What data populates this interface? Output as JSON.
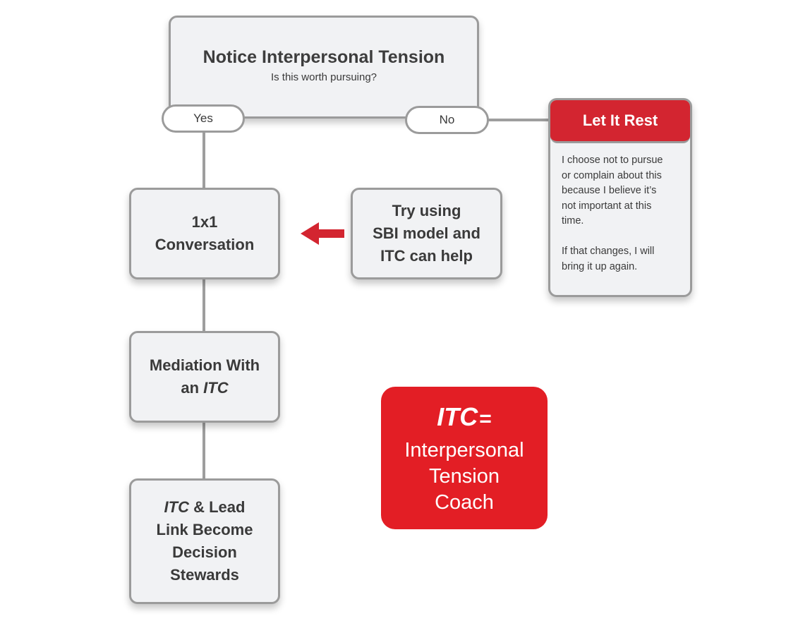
{
  "top_node": {
    "title": "Notice Interpersonal Tension",
    "subtitle": "Is this worth pursuing?"
  },
  "yes_label": "Yes",
  "no_label": "No",
  "let_it_rest": {
    "title": "Let It Rest",
    "body": [
      "I choose not to pursue",
      "or complain about this",
      "because I believe it’s",
      "not important at this",
      "time.",
      "",
      "If that changes, I will",
      "bring it up again."
    ]
  },
  "conversation_node": {
    "line1": "1x1",
    "line2": "Conversation"
  },
  "sbi_node": {
    "line1": "Try using",
    "line2": "SBI model and",
    "line3": "ITC can help"
  },
  "mediation_node": {
    "line1": "Mediation With",
    "line2_prefix": "an",
    "line2_italic": "ITC"
  },
  "decision_node": {
    "line1_italic": "ITC",
    "line1_rest": "& Lead",
    "line2": "Link Become",
    "line3": "Decision",
    "line4": "Stewards"
  },
  "legend": {
    "abbr": "ITC",
    "equals": "=",
    "line1": "Interpersonal",
    "line2": "Tension",
    "line3": "Coach"
  },
  "colors": {
    "accent_red": "#e31e25",
    "dark_red": "#d32530",
    "box_fill": "#f1f2f4",
    "border_gray": "#9b9b9b",
    "text": "#3a3a3a"
  }
}
